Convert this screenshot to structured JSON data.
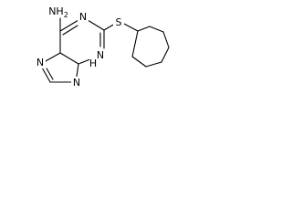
{
  "structure": {
    "atoms": [
      {
        "id": "a1",
        "label": "NH2",
        "display": "NH",
        "sub": "2"
      },
      {
        "id": "a2",
        "label": "N",
        "display": "N"
      },
      {
        "id": "a3",
        "label": "S",
        "display": "S"
      },
      {
        "id": "a4",
        "label": "N",
        "display": "N"
      },
      {
        "id": "a5",
        "label": "N",
        "display": "N"
      },
      {
        "id": "a6",
        "label": "HN",
        "display": "H",
        "display2": "N"
      }
    ]
  },
  "colors": {
    "bond": "#000000",
    "label": "#000000",
    "background": "#ffffff"
  }
}
